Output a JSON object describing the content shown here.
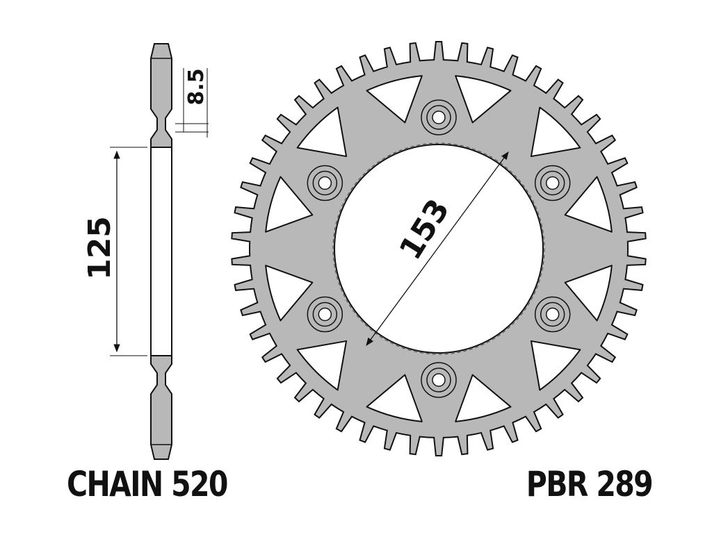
{
  "labels": {
    "chain": "CHAIN 520",
    "part_number": "PBR 289"
  },
  "dimensions": {
    "thickness": "8.5",
    "center_bore": "125",
    "bolt_circle": "153"
  },
  "sprocket": {
    "teeth": 50,
    "bolt_holes": 6,
    "lightening_windows": 12
  },
  "colors": {
    "fill": "#b8b8b8",
    "stroke": "#111111",
    "background": "#ffffff"
  }
}
